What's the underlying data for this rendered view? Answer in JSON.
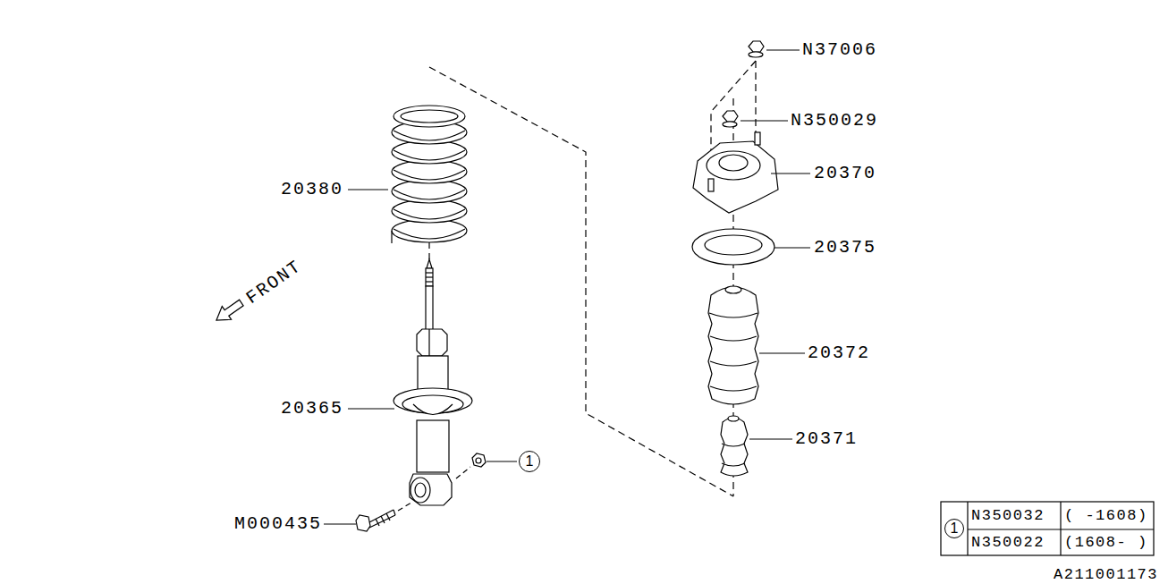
{
  "diagram": {
    "nodes": [
      {
        "text": [
          "1"
        ]
      },
      {
        "text": [
          "1"
        ]
      }
    ],
    "labels": [
      "N37006",
      "N350029",
      "20370",
      "20380",
      "20375",
      "FRONT",
      "20372",
      "20365",
      "20371",
      "M000435",
      "N350032",
      "( -1608)",
      "N350022",
      "(1608- )",
      "A211001173"
    ]
  }
}
